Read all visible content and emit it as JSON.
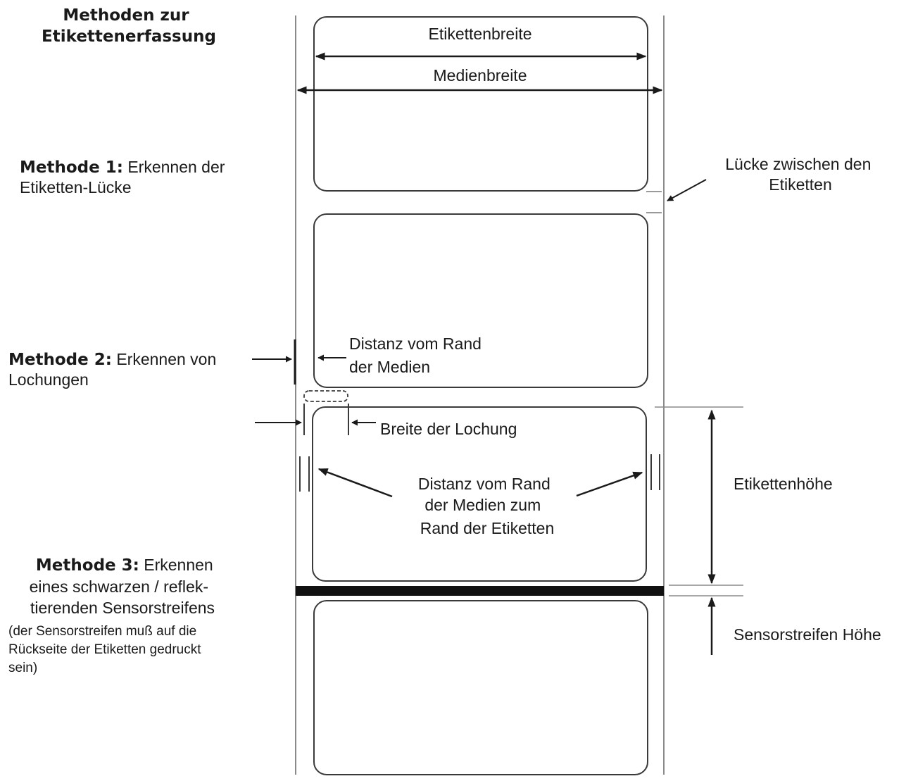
{
  "title": [
    "Methoden zur",
    "Etikettenerfassung"
  ],
  "dimensions": {
    "label_width": "Etikettenbreite",
    "media_width": "Medienbreite",
    "label_gap": [
      "Lücke zwischen den",
      "Etiketten"
    ],
    "label_height": "Etikettenhöhe",
    "sensor_strip_height": "Sensorstreifen Höhe"
  },
  "method1": {
    "heading": "Methode 1:",
    "text_line1": " Erkennen der",
    "text_line2": "Etiketten-Lücke"
  },
  "method2": {
    "heading": "Methode 2:",
    "text_line1": " Erkennen von",
    "text_line2": "Lochungen",
    "distance_edge": [
      "Distanz vom Rand",
      "der Medien"
    ],
    "hole_width": "Breite der Lochung",
    "distance_edge_to_label": [
      "Distanz vom Rand",
      "der Medien zum",
      "Rand der Etiketten"
    ]
  },
  "method3": {
    "heading": "Methode 3:",
    "text_line1": " Erkennen",
    "lines": [
      "eines schwarzen / reflek-",
      "tierenden Sensorstreifens"
    ],
    "note": [
      "(der Sensorstreifen muß auf die",
      "Rückseite der Etiketten gedruckt",
      "sein)"
    ]
  },
  "colors": {
    "line": "#3a3a3a",
    "media_edge": "#8a8a8a",
    "sensor_strip": "#111111",
    "gap_marker": "#9a9a9a"
  }
}
